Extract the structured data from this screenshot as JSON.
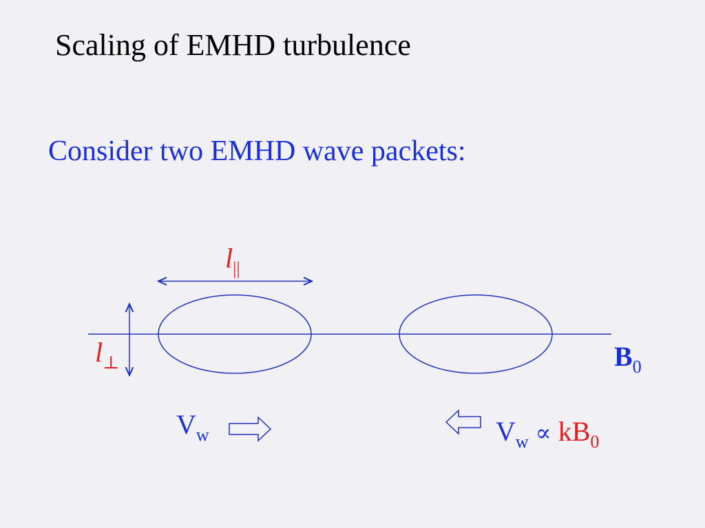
{
  "slide": {
    "title": "Scaling of EMHD turbulence",
    "subtitle": "Consider two EMHD wave packets:"
  },
  "diagram": {
    "l_parallel_symbol": "l",
    "l_parallel_subscript": "||",
    "l_perp_symbol": "l",
    "l_perp_subscript": "⊥",
    "field_symbol": "B",
    "field_subscript": "0",
    "left_velocity_symbol": "V",
    "left_velocity_subscript": "w",
    "right_velocity_symbol": "V",
    "right_velocity_subscript": "w",
    "proportional_symbol": "∝",
    "scaling_text": "kB",
    "scaling_subscript": "0"
  },
  "colors": {
    "blue": "#1a2fd6",
    "red": "#e02020",
    "line": "#2233bb"
  }
}
